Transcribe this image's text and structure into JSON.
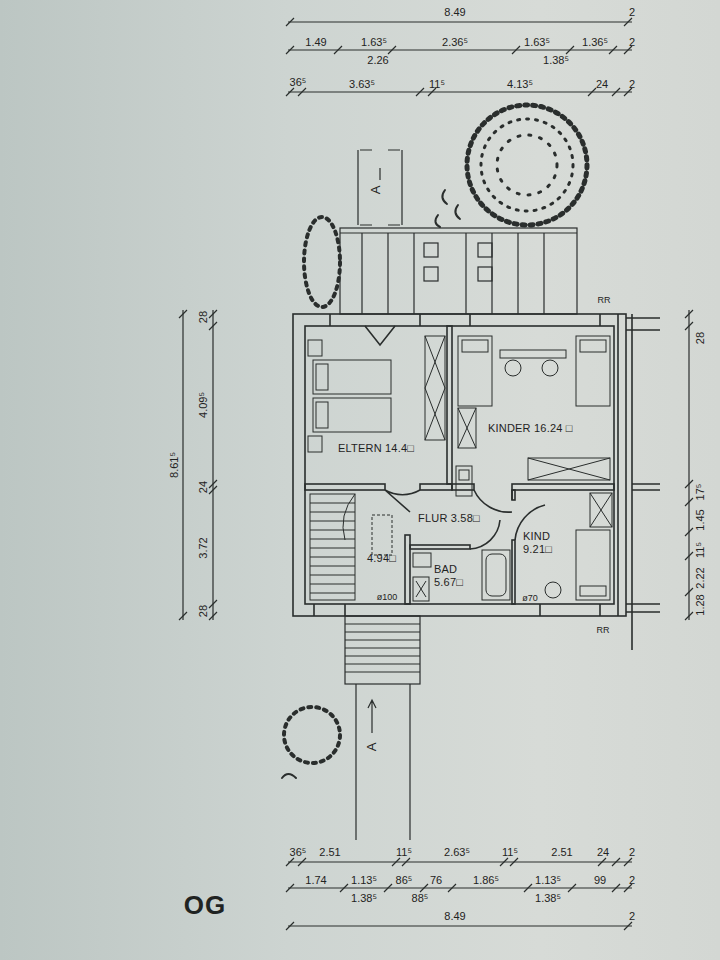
{
  "diagram": {
    "nodes": [
      {
        "text": [
          "ELTERN 14.4□"
        ]
      },
      {
        "text": [
          "KINDER 16.24 □"
        ]
      },
      {
        "text": [
          "FLUR 3.58□"
        ]
      },
      {
        "text": [
          "4.94□"
        ]
      },
      {
        "text": [
          "BAD 5.67□"
        ]
      },
      {
        "text": [
          "KIND 9.21□"
        ]
      }
    ],
    "labels": [
      "8.49",
      "2",
      "1.49",
      "1.63⁵",
      "2.26",
      "2.36⁵",
      "1.63⁵",
      "1.38⁵",
      "1.36⁵",
      "2",
      "36⁵",
      "3.63⁵",
      "11⁵",
      "4.13⁵",
      "24",
      "2",
      "A",
      "RR",
      "8.61⁵",
      "28",
      "4.09⁵",
      "24",
      "3.72",
      "28",
      "28",
      "17⁵",
      "1.45",
      "11⁵",
      "2.22",
      "1.28",
      "ø100",
      "ø70",
      "RR",
      "A",
      "36⁵",
      "2.51",
      "11⁵",
      "2.63⁵",
      "11⁵",
      "2.51",
      "24",
      "2",
      "1.74",
      "1.13⁵",
      "86⁵",
      "76",
      "1.86⁵",
      "1.13⁵",
      "99",
      "2",
      "1.38⁵",
      "88⁵",
      "1.38⁵",
      "8.49",
      "2",
      "OG"
    ]
  }
}
